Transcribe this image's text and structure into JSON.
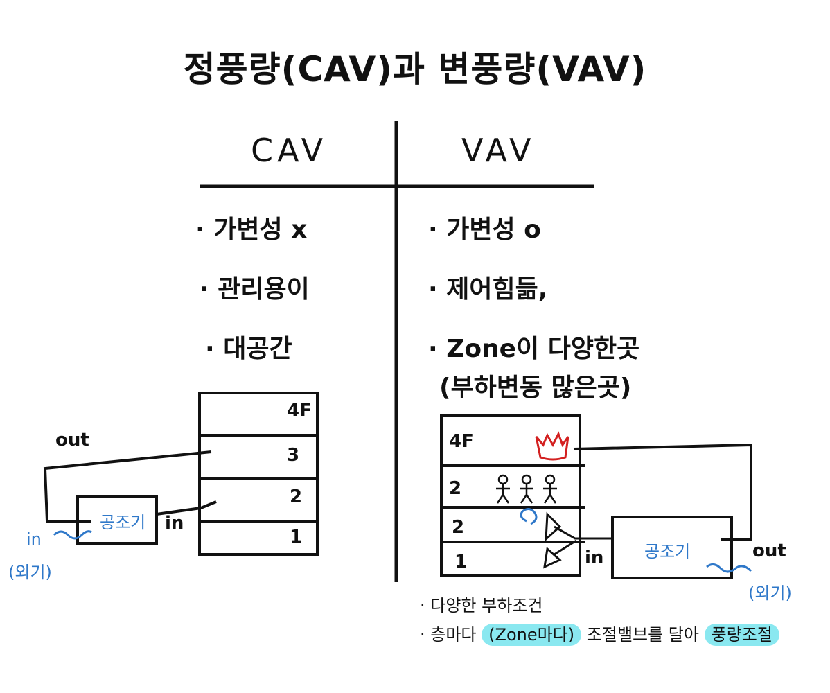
{
  "title": "정풍량(CAV)과 변풍량(VAV)",
  "columns": {
    "left": {
      "header": "CAV",
      "bullets": [
        "· 가변성 x",
        "· 관리용이",
        "· 대공간"
      ]
    },
    "right": {
      "header": "VAV",
      "bullets": [
        "· 가변성 o",
        "· 제어힘듦,",
        "· Zone이 다양한곳",
        "(부하변동 많은곳)"
      ]
    }
  },
  "cav_diagram": {
    "floors": [
      "4F",
      "3",
      "2",
      "1"
    ],
    "ahu_label": "공조기",
    "out_label": "out",
    "in_label": "in",
    "outside_in_label": "in",
    "outside_label": "(외기)"
  },
  "vav_diagram": {
    "floors": [
      "4F",
      "2",
      "2",
      "1"
    ],
    "ahu_label": "공조기",
    "out_label": "out",
    "in_label": "in",
    "outside_label": "(외기)"
  },
  "notes": {
    "note1": "· 다양한 부하조건",
    "note2_prefix": "· 층마다",
    "note2_highlight1": "(Zone마다)",
    "note2_mid": "조절밸브를 달아",
    "note2_highlight2": "풍량조절"
  },
  "colors": {
    "ink": "#111111",
    "blue_ink": "#2f78c9",
    "highlight": "#8ae8f0",
    "fire": "#d32020"
  }
}
